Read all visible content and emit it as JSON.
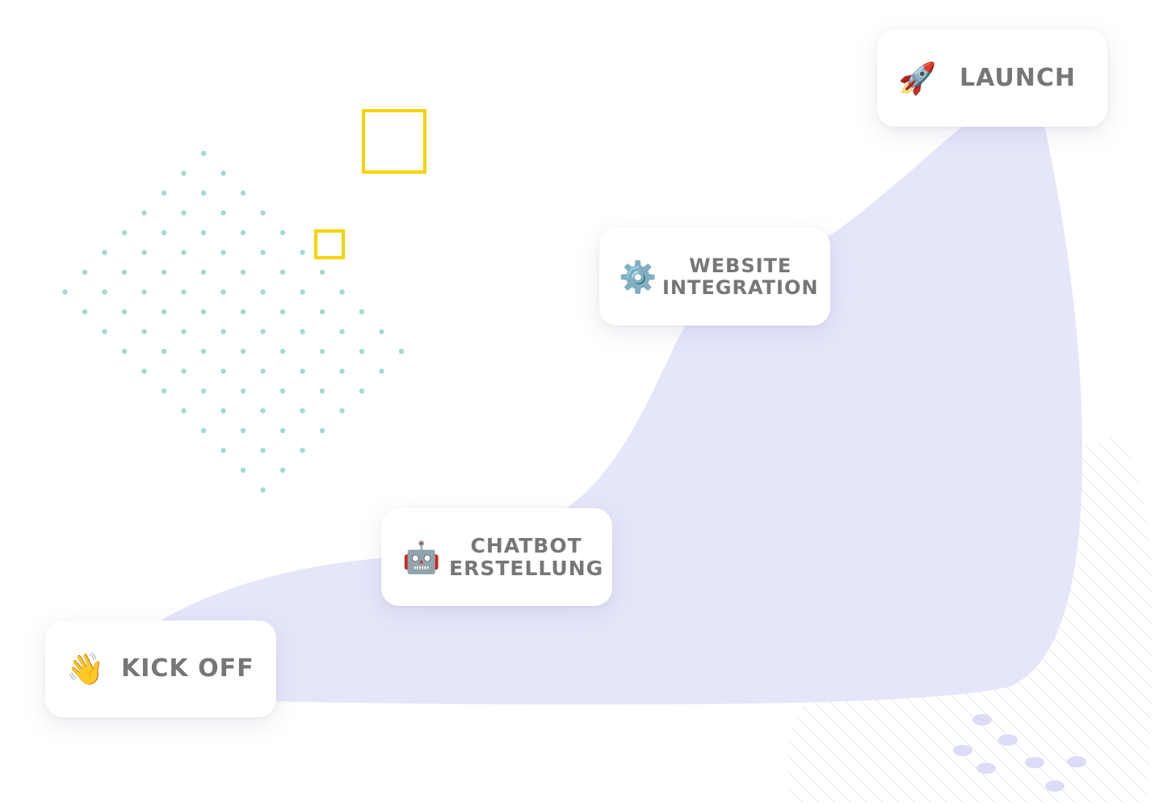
{
  "steps": [
    {
      "icon": "waving-hand-icon",
      "emoji": "👋",
      "lines": [
        "KICK OFF"
      ]
    },
    {
      "icon": "robot-icon",
      "emoji": "🤖",
      "lines": [
        "CHATBOT",
        "ERSTELLUNG"
      ]
    },
    {
      "icon": "gear-icon",
      "emoji": "⚙️",
      "lines": [
        "WEBSITE",
        "INTEGRATION"
      ]
    },
    {
      "icon": "rocket-icon",
      "emoji": "🚀",
      "lines": [
        "LAUNCH"
      ]
    }
  ],
  "colors": {
    "curve_fill": "#e3e3fa",
    "dot_grid": "#9fdcd2",
    "accent_square": "#f5d300",
    "hatch": "#e6e6ee",
    "bubble": "#dcdcf8",
    "label_text": "#777777"
  }
}
